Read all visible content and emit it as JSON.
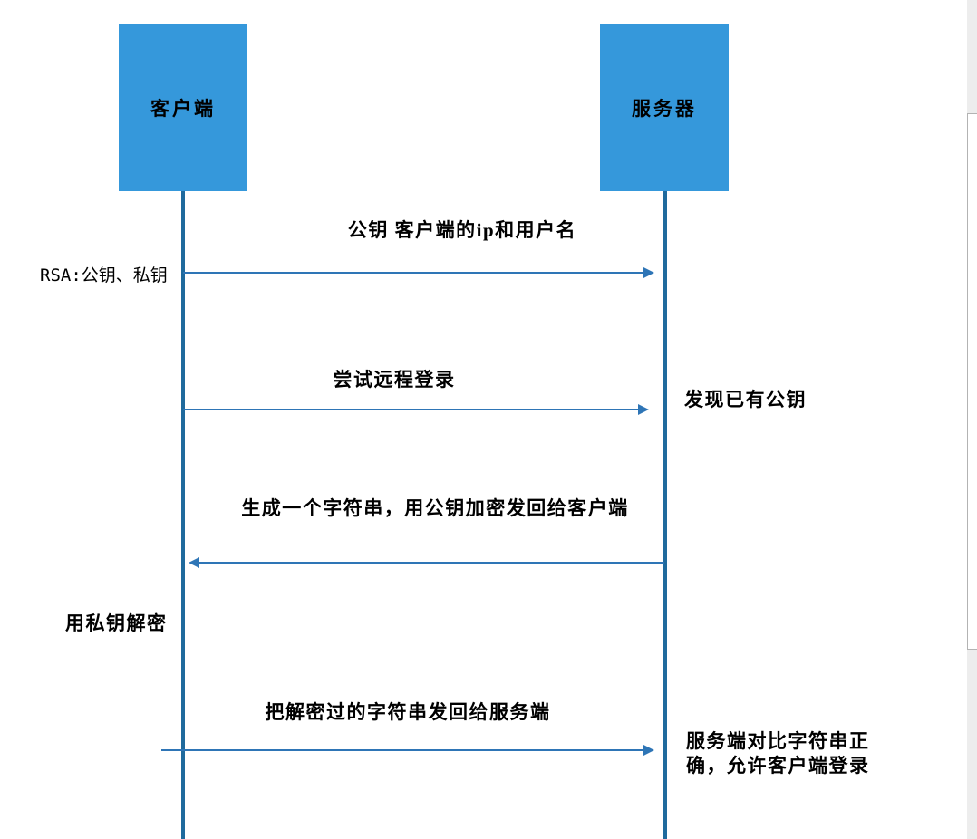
{
  "diagram": {
    "type": "sequence-diagram",
    "actors": [
      {
        "name": "客户端"
      },
      {
        "name": "服务器"
      }
    ],
    "messages": [
      {
        "label": "公钥 客户端的ip和用户名",
        "from": "客户端",
        "to": "服务器",
        "direction": "right"
      },
      {
        "label": "尝试远程登录",
        "from": "客户端",
        "to": "服务器",
        "direction": "right"
      },
      {
        "label": "生成一个字符串，用公钥加密发回给客户端",
        "from": "服务器",
        "to": "客户端",
        "direction": "left"
      },
      {
        "label": "把解密过的字符串发回给服务端",
        "from": "客户端",
        "to": "服务器",
        "direction": "right"
      }
    ],
    "notes": [
      {
        "text": "RSA:公钥、私钥",
        "side": "left"
      },
      {
        "text": "发现已有公钥",
        "side": "right"
      },
      {
        "text": "用私钥解密",
        "side": "left"
      },
      {
        "text": "服务端对比字符串正确，允许客户端登录",
        "side": "right"
      }
    ],
    "colors": {
      "actor_fill": "#3598db",
      "lifeline": "#1f6a9d",
      "arrow": "#2e75b6",
      "text": "#000000",
      "scrollbar_track": "#ededed",
      "scrollbar_thumb_border": "#b3b3b3"
    }
  }
}
